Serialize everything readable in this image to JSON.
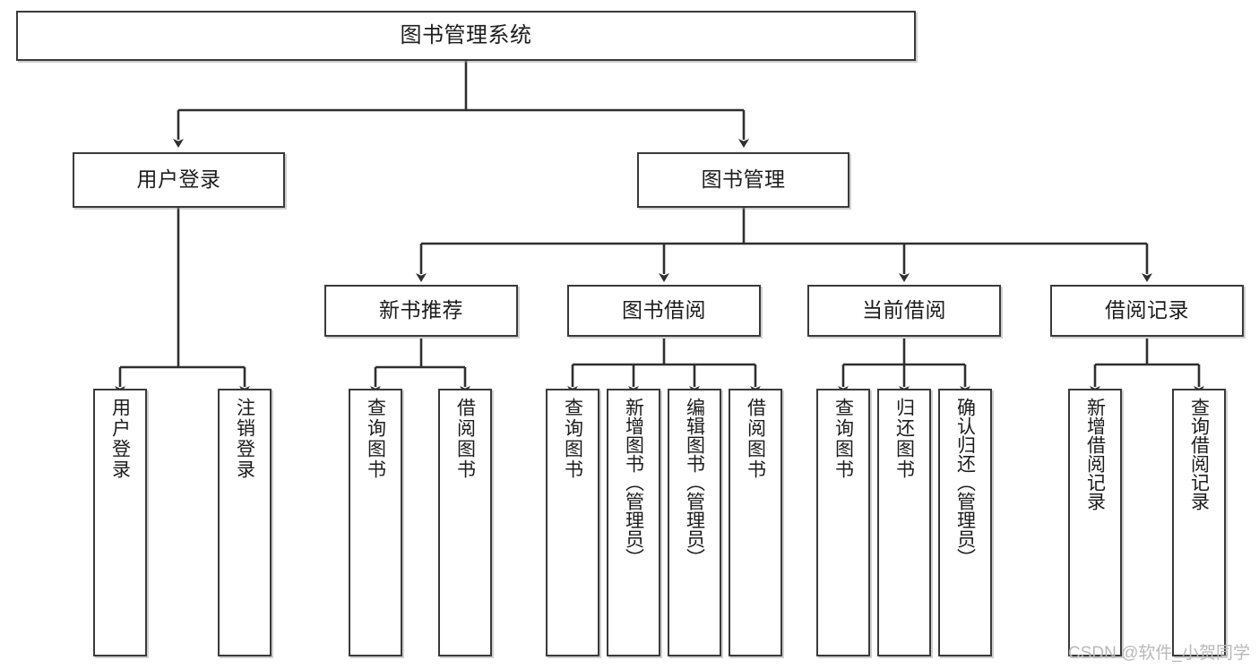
{
  "diagram": {
    "title": "图书管理系统",
    "watermark": "CSDN @软件_小贺同学",
    "line_color": "#2f2f2f",
    "box_border_color": "#3a3a3a",
    "box_fill_color": "#ffffff",
    "text_color": "#1c1c1c"
  },
  "nodes": {
    "root": {
      "label": "图书管理系统"
    },
    "level2": [
      {
        "label": "用户登录"
      },
      {
        "label": "图书管理"
      }
    ],
    "level3": [
      {
        "label": "新书推荐"
      },
      {
        "label": "图书借阅"
      },
      {
        "label": "当前借阅"
      },
      {
        "label": "借阅记录"
      }
    ],
    "leaves": {
      "user_login": [
        {
          "label": "用户登录"
        },
        {
          "label": "注销登录"
        }
      ],
      "new_book_recommend": [
        {
          "label": "查询图书"
        },
        {
          "label": "借阅图书"
        }
      ],
      "book_borrow": [
        {
          "label": "查询图书"
        },
        {
          "label": "新增图书（管理员）"
        },
        {
          "label": "编辑图书（管理员）"
        },
        {
          "label": "借阅图书"
        }
      ],
      "current_borrow": [
        {
          "label": "查询图书"
        },
        {
          "label": "归还图书"
        },
        {
          "label": "确认归还（管理员）"
        }
      ],
      "borrow_record": [
        {
          "label": "新增借阅记录"
        },
        {
          "label": "查询借阅记录"
        }
      ]
    }
  }
}
